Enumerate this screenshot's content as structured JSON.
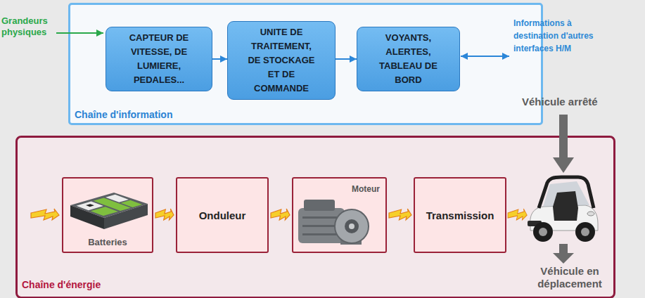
{
  "diagram": {
    "nodes": [
      {
        "text": [
          "Chaîne d'information"
        ]
      },
      {
        "text": [
          "CAPTEUR DE VITESSE, DE LUMIERE, PEDALES..."
        ],
        "in": 0
      },
      {
        "text": [
          "UNITE DE TRAITEMENT, DE STOCKAGE ET DE COMMANDE"
        ],
        "in": 0
      },
      {
        "text": [
          "VOYANTS, ALERTES, TABLEAU DE BORD"
        ],
        "in": 0
      },
      {
        "text": [
          "Chaîne d'énergie"
        ]
      },
      {
        "text": [
          "Batteries"
        ],
        "in": 4
      },
      {
        "text": [
          "Onduleur"
        ],
        "in": 4
      },
      {
        "text": [
          "Moteur"
        ],
        "in": 4
      },
      {
        "text": [
          "Transmission"
        ],
        "in": 4
      }
    ],
    "edges": [
      {
        "from": 1,
        "to": 2,
        "arrow": "to"
      },
      {
        "from": 2,
        "to": 3,
        "arrow": "to"
      },
      {
        "from": 5,
        "to": 6,
        "arrow": "to"
      },
      {
        "from": 6,
        "to": 7,
        "arrow": "to"
      },
      {
        "from": 7,
        "to": 8,
        "arrow": "to"
      }
    ],
    "labels": [
      "Grandeurs physiques",
      "Informations à destination d'autres interfaces H/M",
      "Véhicule arrêté",
      "Véhicule en déplacement"
    ]
  }
}
